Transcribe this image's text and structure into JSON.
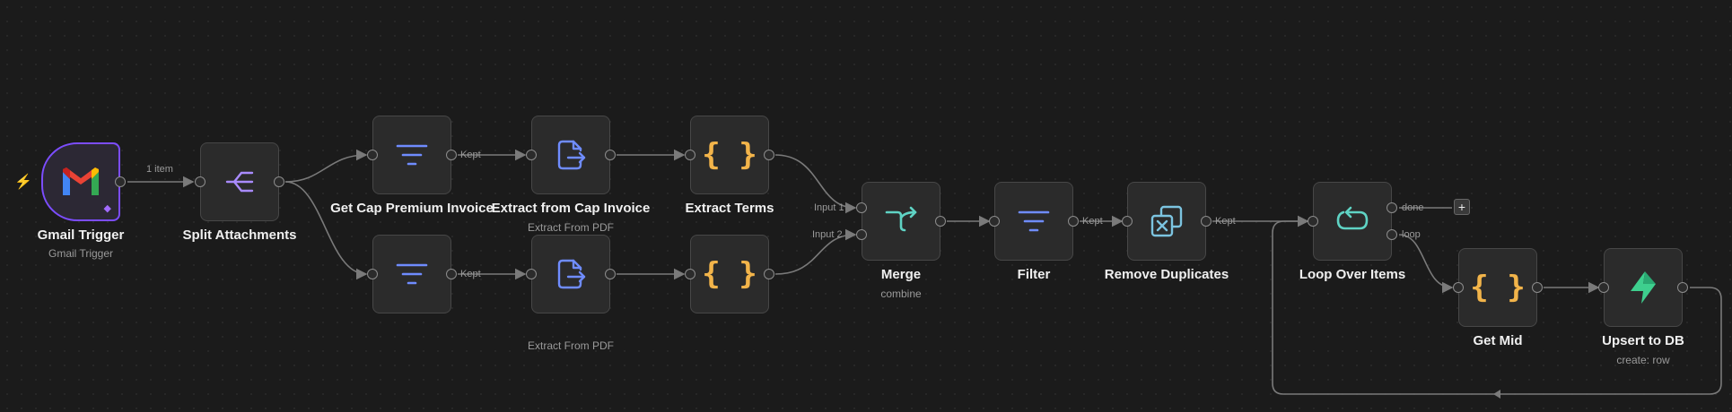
{
  "colors": {
    "background": "#1b1b1b",
    "node_bg": "#2b2b2b",
    "edge": "#7a7a7a",
    "filter_icon": "#6f8cff",
    "code_icon": "#f2b44a",
    "loop_icon": "#5fd3c4",
    "supabase_icon": "#3ecf8e",
    "trigger_border": "#7c4dff"
  },
  "nodes": {
    "gmail_trigger": {
      "label": "Gmail Trigger",
      "sublabel": "Gmail Trigger",
      "icon": "gmail-icon"
    },
    "split_attachments": {
      "label": "Split Attachments",
      "icon": "split-icon"
    },
    "get_cap_premium_invoice": {
      "label": "Get Cap Premium Invoice",
      "icon": "filter-icon"
    },
    "filter_bottom": {
      "label": "",
      "icon": "filter-icon"
    },
    "extract_from_cap_invoice": {
      "label": "Extract from Cap Invoice",
      "sublabel": "Extract From PDF",
      "icon": "file-export-icon"
    },
    "extract_bottom": {
      "label": "",
      "sublabel": "Extract From PDF",
      "icon": "file-export-icon"
    },
    "extract_terms": {
      "label": "Extract Terms",
      "icon": "code-braces-icon"
    },
    "code_bottom": {
      "label": "",
      "icon": "code-braces-icon"
    },
    "merge": {
      "label": "Merge",
      "sublabel": "combine",
      "icon": "merge-icon"
    },
    "filter": {
      "label": "Filter",
      "icon": "filter-icon"
    },
    "remove_duplicates": {
      "label": "Remove Duplicates",
      "icon": "remove-duplicates-icon"
    },
    "loop_over_items": {
      "label": "Loop Over Items",
      "icon": "loop-icon"
    },
    "get_mid": {
      "label": "Get Mid",
      "icon": "code-braces-icon"
    },
    "upsert_to_db": {
      "label": "Upsert to DB",
      "sublabel": "create: row",
      "icon": "supabase-icon"
    }
  },
  "edge_labels": {
    "items_count": "1 item",
    "kept_top": "Kept",
    "kept_bottom": "Kept",
    "input_1": "Input 1",
    "input_2": "Input 2",
    "kept_filter": "Kept",
    "kept_dedupe": "Kept",
    "done": "done",
    "loop": "loop"
  },
  "controls": {
    "add_button": "+"
  }
}
